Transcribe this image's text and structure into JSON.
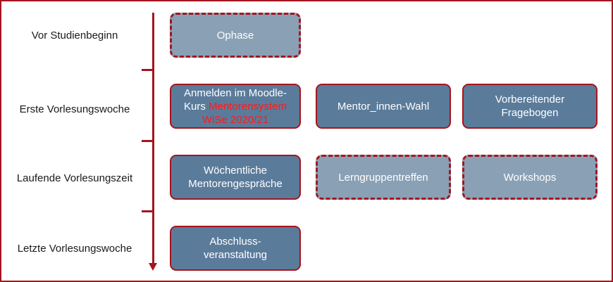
{
  "phases": [
    "Vor Studienbeginn",
    "Erste Vorlesungswoche",
    "Laufende Vorlesungszeit",
    "Letzte Vorlesungswoche"
  ],
  "boxes": {
    "ophase": "Ophase",
    "moodle_a": "Anmelden im Moodle-",
    "moodle_b": "Kurs ",
    "moodle_c": "Mentorensystem",
    "moodle_d": "WiSe 2020/21",
    "wahl": "Mentor_innen-Wahl",
    "fragebogen": "Vorbereitender Fragebogen",
    "gespraeche": "Wöchentliche Mentorengespräche",
    "lerngruppe": "Lerngruppentreffen",
    "workshops": "Workshops",
    "abschluss": "Abschluss-veranstaltung"
  },
  "colors": {
    "accent": "#a3161f",
    "dark_box": "#5b7b9a",
    "light_box": "#8aa0b5",
    "highlight": "#ff1a1a"
  }
}
